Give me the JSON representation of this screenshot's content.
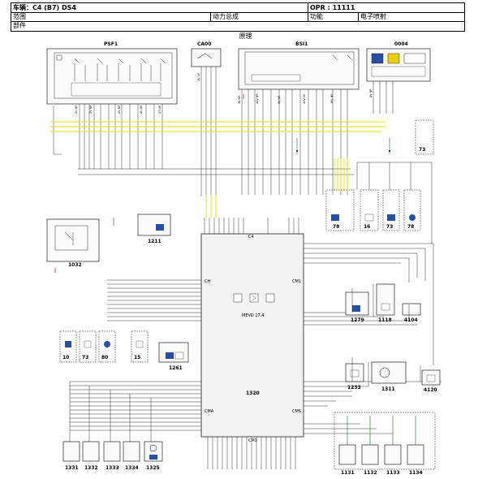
{
  "header": {
    "vehicle_label": "车辆：",
    "vehicle_value": "C4 (B7) DS4",
    "opr_label": "OPR :",
    "opr_value": "11111",
    "scope_label": "范围",
    "scope_value": "动力总成",
    "function_label": "功能",
    "function_value": "电子喷射",
    "part_label": "部件"
  },
  "diagram_title": "原理",
  "components": {
    "psf1": "PSF1",
    "ca00": "CA00",
    "bsi1": "BSI1",
    "c0004": "0004",
    "c1032": "1032",
    "c1211": "1211",
    "ecu_top": "C4",
    "ecu_main": "1320",
    "ecu_model": "MEVD 17.4",
    "ecu_left": "CH",
    "ecu_right": "CM1",
    "ecu_bot": "CM1",
    "ecu_cma": "CMA",
    "ecu_cms": "CMS",
    "c1261": "1261",
    "c1279": "1279",
    "c1118": "1118",
    "c4104": "4104",
    "c1233": "1233",
    "c1311": "1311",
    "c4120": "4120",
    "c1331": "1331",
    "c1332": "1332",
    "c1333": "1333",
    "c1334": "1334",
    "c1325": "1325",
    "c1131": "1131",
    "c1132": "1132",
    "c1133": "1133",
    "c1134": "1134",
    "ref_10": "10",
    "ref_73a": "73",
    "ref_80": "80",
    "ref_15": "15",
    "ref_73b": "73",
    "ref_78a": "78",
    "ref_16": "16",
    "ref_73c": "73",
    "ref_78b": "78"
  },
  "colors": {
    "wire_black": "#000000",
    "wire_yellow": "#e8e000",
    "wire_green": "#2a8a2a",
    "wire_red": "#c00000",
    "box_fill": "#f0f0f0"
  }
}
